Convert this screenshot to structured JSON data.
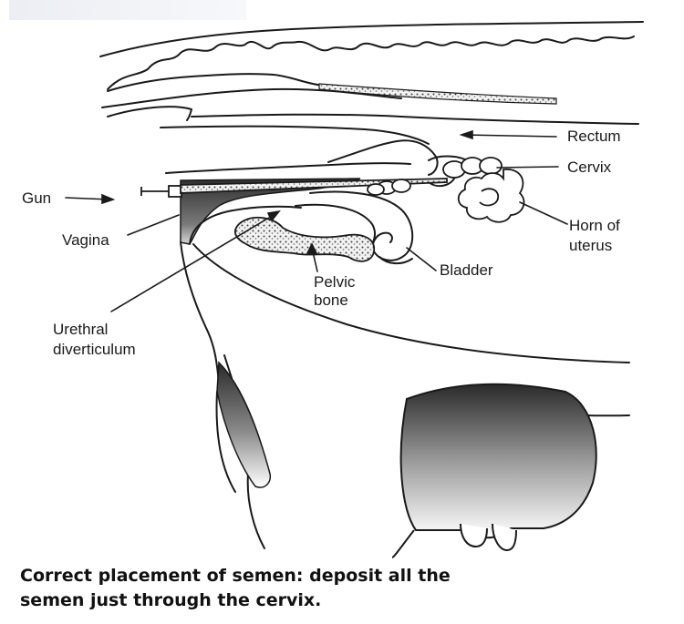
{
  "labels": {
    "rectum": "Rectum",
    "cervix": "Cervix",
    "gun": "Gun",
    "vagina": "Vagina",
    "horn_line1": "Horn of",
    "horn_line2": "uterus",
    "bladder": "Bladder",
    "pelvic_line1": "Pelvic",
    "pelvic_line2": "bone",
    "urethral_line1": "Urethral",
    "urethral_line2": "diverticulum"
  },
  "caption": {
    "line1": "Correct placement of semen: deposit all the",
    "line2": "semen just through the cervix."
  },
  "colors": {
    "ink": "#1a1a1a",
    "shade_dark": "#3a3a3a",
    "shade_light": "#ffffff"
  }
}
